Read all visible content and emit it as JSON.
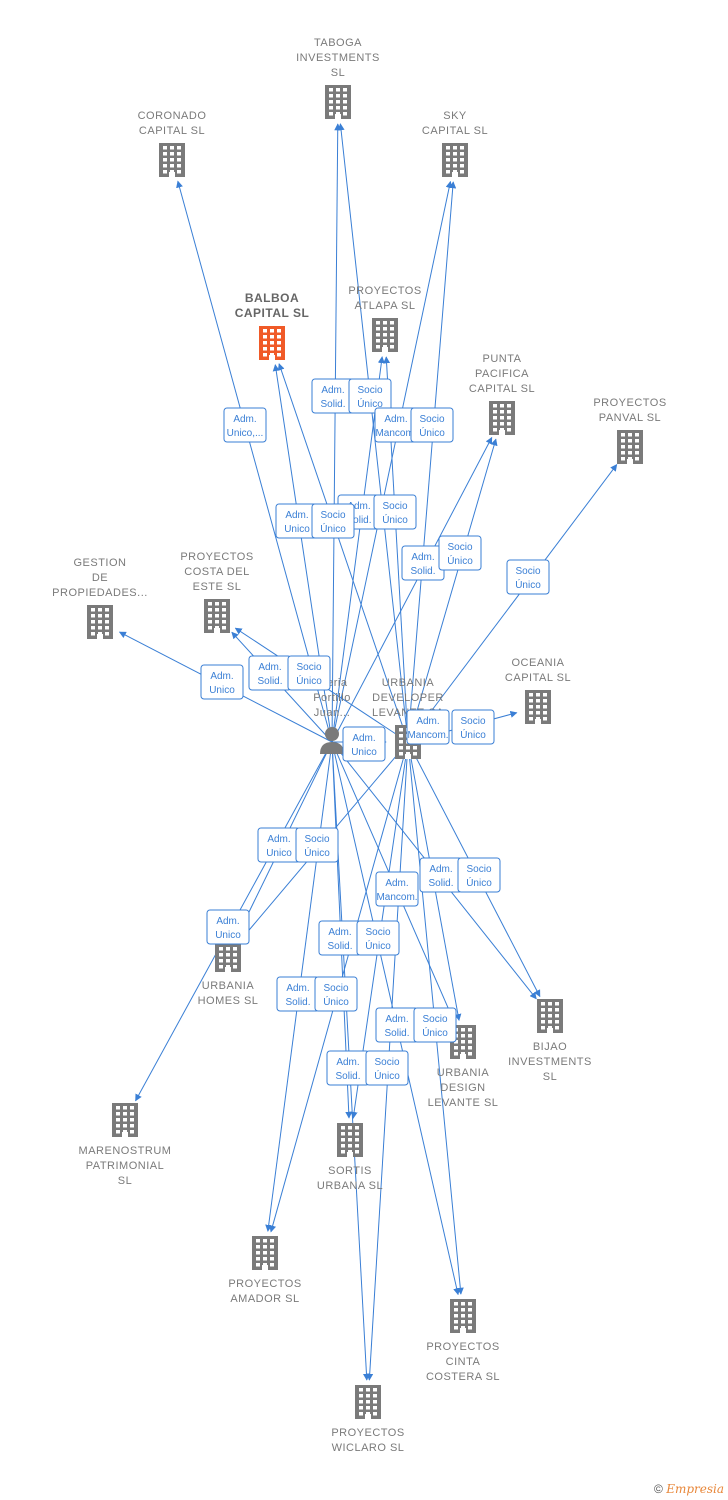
{
  "colors": {
    "edge": "#3a7fd5",
    "building": "#7a7a7a",
    "highlight": "#f05a28",
    "label": "#7a7a7a"
  },
  "nodes": [
    {
      "id": "taboga",
      "label": [
        "TABOGA",
        "INVESTMENTS",
        "SL"
      ],
      "icon": "building-icon"
    },
    {
      "id": "coronado",
      "label": [
        "CORONADO",
        "CAPITAL  SL"
      ],
      "icon": "building-icon"
    },
    {
      "id": "sky",
      "label": [
        "SKY",
        "CAPITAL  SL"
      ],
      "icon": "building-icon"
    },
    {
      "id": "balboa",
      "label": [
        "BALBOA",
        "CAPITAL  SL"
      ],
      "icon": "building-icon",
      "highlight": true
    },
    {
      "id": "atlapa",
      "label": [
        "PROYECTOS",
        "ATLAPA  SL"
      ],
      "icon": "building-icon"
    },
    {
      "id": "punta",
      "label": [
        "PUNTA",
        "PACIFICA",
        "CAPITAL  SL"
      ],
      "icon": "building-icon"
    },
    {
      "id": "panval",
      "label": [
        "PROYECTOS",
        "PANVAL  SL"
      ],
      "icon": "building-icon"
    },
    {
      "id": "gestion",
      "label": [
        "GESTION",
        "DE",
        "PROPIEDADES..."
      ],
      "icon": "building-icon"
    },
    {
      "id": "costa",
      "label": [
        "PROYECTOS",
        "COSTA DEL",
        "ESTE  SL"
      ],
      "icon": "building-icon"
    },
    {
      "id": "oceania",
      "label": [
        "OCEANIA",
        "CAPITAL  SL"
      ],
      "icon": "building-icon"
    },
    {
      "id": "person",
      "label": [
        "...eria",
        "Portillo",
        "Juan..."
      ],
      "icon": "person-icon"
    },
    {
      "id": "urbania_dev",
      "label": [
        "URBANIA",
        "DEVELOPER",
        "LEVANTE SA"
      ],
      "icon": "building-icon"
    },
    {
      "id": "urbania_homes",
      "label": [
        "URBANIA",
        "HOMES  SL"
      ],
      "icon": "building-icon"
    },
    {
      "id": "bijao",
      "label": [
        "BIJAO",
        "INVESTMENTS",
        "SL"
      ],
      "icon": "building-icon"
    },
    {
      "id": "urbania_design",
      "label": [
        "URBANIA",
        "DESIGN",
        "LEVANTE  SL"
      ],
      "icon": "building-icon"
    },
    {
      "id": "marenostrum",
      "label": [
        "MARENOSTRUM",
        "PATRIMONIAL",
        "SL"
      ],
      "icon": "building-icon"
    },
    {
      "id": "sortis",
      "label": [
        "SORTIS",
        "URBANA  SL"
      ],
      "icon": "building-icon"
    },
    {
      "id": "amador",
      "label": [
        "PROYECTOS",
        "AMADOR  SL"
      ],
      "icon": "building-icon"
    },
    {
      "id": "cinta",
      "label": [
        "PROYECTOS",
        "CINTA",
        "COSTERA  SL"
      ],
      "icon": "building-icon"
    },
    {
      "id": "wiclaro",
      "label": [
        "PROYECTOS",
        "WICLARO  SL"
      ],
      "icon": "building-icon"
    }
  ],
  "edges": [
    {
      "from": "person",
      "to": "taboga"
    },
    {
      "from": "urbania_dev",
      "to": "taboga"
    },
    {
      "from": "person",
      "to": "coronado"
    },
    {
      "from": "person",
      "to": "sky"
    },
    {
      "from": "urbania_dev",
      "to": "sky"
    },
    {
      "from": "person",
      "to": "balboa"
    },
    {
      "from": "urbania_dev",
      "to": "balboa"
    },
    {
      "from": "person",
      "to": "atlapa"
    },
    {
      "from": "urbania_dev",
      "to": "atlapa"
    },
    {
      "from": "person",
      "to": "punta"
    },
    {
      "from": "urbania_dev",
      "to": "punta"
    },
    {
      "from": "urbania_dev",
      "to": "panval"
    },
    {
      "from": "person",
      "to": "gestion"
    },
    {
      "from": "person",
      "to": "costa"
    },
    {
      "from": "urbania_dev",
      "to": "costa"
    },
    {
      "from": "urbania_dev",
      "to": "oceania"
    },
    {
      "from": "person",
      "to": "urbania_dev"
    },
    {
      "from": "person",
      "to": "urbania_homes"
    },
    {
      "from": "urbania_dev",
      "to": "urbania_homes"
    },
    {
      "from": "person",
      "to": "bijao"
    },
    {
      "from": "urbania_dev",
      "to": "bijao"
    },
    {
      "from": "person",
      "to": "urbania_design"
    },
    {
      "from": "urbania_dev",
      "to": "urbania_design"
    },
    {
      "from": "person",
      "to": "marenostrum"
    },
    {
      "from": "person",
      "to": "sortis"
    },
    {
      "from": "urbania_dev",
      "to": "sortis"
    },
    {
      "from": "person",
      "to": "amador"
    },
    {
      "from": "urbania_dev",
      "to": "amador"
    },
    {
      "from": "person",
      "to": "cinta"
    },
    {
      "from": "urbania_dev",
      "to": "cinta"
    },
    {
      "from": "person",
      "to": "wiclaro"
    },
    {
      "from": "urbania_dev",
      "to": "wiclaro"
    }
  ],
  "badges": [
    {
      "lines": [
        "Adm.",
        "Solid."
      ]
    },
    {
      "lines": [
        "Socio",
        "Único"
      ]
    },
    {
      "lines": [
        "Adm.",
        "Unico,..."
      ]
    },
    {
      "lines": [
        "Adm.",
        "Mancom."
      ]
    },
    {
      "lines": [
        "Socio",
        "Único"
      ]
    },
    {
      "lines": [
        "Adm.",
        "Solid."
      ]
    },
    {
      "lines": [
        "Socio",
        "Único"
      ]
    },
    {
      "lines": [
        "Adm.",
        "Unico"
      ]
    },
    {
      "lines": [
        "Socio",
        "Único"
      ]
    },
    {
      "lines": [
        "Adm.",
        "Solid."
      ]
    },
    {
      "lines": [
        "Socio",
        "Único"
      ]
    },
    {
      "lines": [
        "Socio",
        "Único"
      ]
    },
    {
      "lines": [
        "Adm.",
        "Solid."
      ]
    },
    {
      "lines": [
        "Socio",
        "Único"
      ]
    },
    {
      "lines": [
        "Adm.",
        "Unico"
      ]
    },
    {
      "lines": [
        "Adm.",
        "Mancom."
      ]
    },
    {
      "lines": [
        "Socio",
        "Único"
      ]
    },
    {
      "lines": [
        "Adm.",
        "Unico"
      ]
    },
    {
      "lines": [
        "Adm.",
        "Unico"
      ]
    },
    {
      "lines": [
        "Socio",
        "Único"
      ]
    },
    {
      "lines": [
        "Adm.",
        "Solid."
      ]
    },
    {
      "lines": [
        "Socio",
        "Único"
      ]
    },
    {
      "lines": [
        "Adm.",
        "Mancom."
      ]
    },
    {
      "lines": [
        "Adm.",
        "Unico"
      ]
    },
    {
      "lines": [
        "Adm.",
        "Solid."
      ]
    },
    {
      "lines": [
        "Socio",
        "Único"
      ]
    },
    {
      "lines": [
        "Adm.",
        "Solid."
      ]
    },
    {
      "lines": [
        "Socio",
        "Único"
      ]
    },
    {
      "lines": [
        "Adm.",
        "Solid."
      ]
    },
    {
      "lines": [
        "Socio",
        "Único"
      ]
    },
    {
      "lines": [
        "Adm.",
        "Solid."
      ]
    },
    {
      "lines": [
        "Socio",
        "Único"
      ]
    }
  ],
  "footer": {
    "copyright": "©",
    "brand": "Empresia"
  }
}
